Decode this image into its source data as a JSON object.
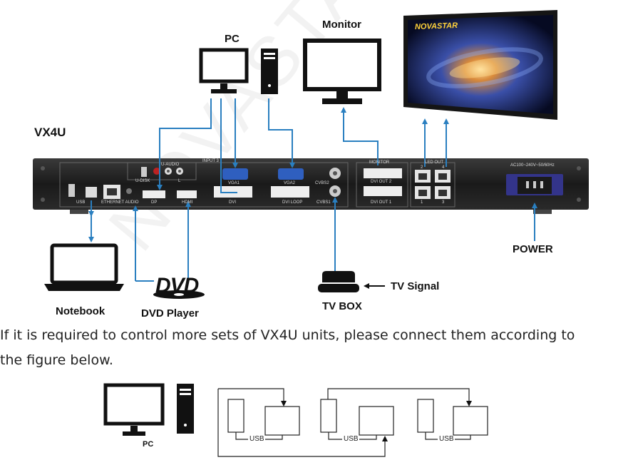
{
  "diagram": {
    "device_title": "VX4U",
    "pc_label": "PC",
    "monitor_label": "Monitor",
    "led_logo": "NOVASTAR",
    "panel_labels": {
      "usb": "USB",
      "ethernet_audio": "ETHERNET AUDIO",
      "u_disk": "U-DISK",
      "u_audio": "U-AUDIO",
      "audio_l": "L",
      "dp": "DP",
      "hdmi": "HDMI",
      "input_number": "INPUT 3",
      "vga1": "VGA1",
      "dvi": "DVI",
      "vga2": "VGA2",
      "dvi_loop": "DVI LOOP",
      "cvbs2": "CVBS2",
      "cvbs1": "CVBS1",
      "monitor_port": "MONITOR",
      "dvi_out2": "DVI OUT 2",
      "dvi_out1": "DVI OUT 1",
      "led_out": "LED OUT",
      "port_2": "2",
      "port_4": "4",
      "port_1": "1",
      "port_3": "3",
      "power_spec": "AC100~240V~50/60Hz"
    },
    "notebook_label": "Notebook",
    "dvd_logo": "DVD",
    "dvd_label": "DVD Player",
    "tvbox_label": "TV BOX",
    "tv_signal_label": "TV Signal",
    "power_label": "POWER",
    "watermark": "NOVASTAR TECH CO., LTD",
    "colors": {
      "cable": "#2a7fc0",
      "panel": "#1e1e1e",
      "text": "#111111"
    }
  },
  "paragraph": {
    "line1": "If it is required to control more sets of VX4U units, please connect them according to",
    "line2": "the figure below."
  },
  "cascade": {
    "pc_label": "PC",
    "usb_labels": [
      "USB",
      "USB",
      "USB"
    ]
  }
}
